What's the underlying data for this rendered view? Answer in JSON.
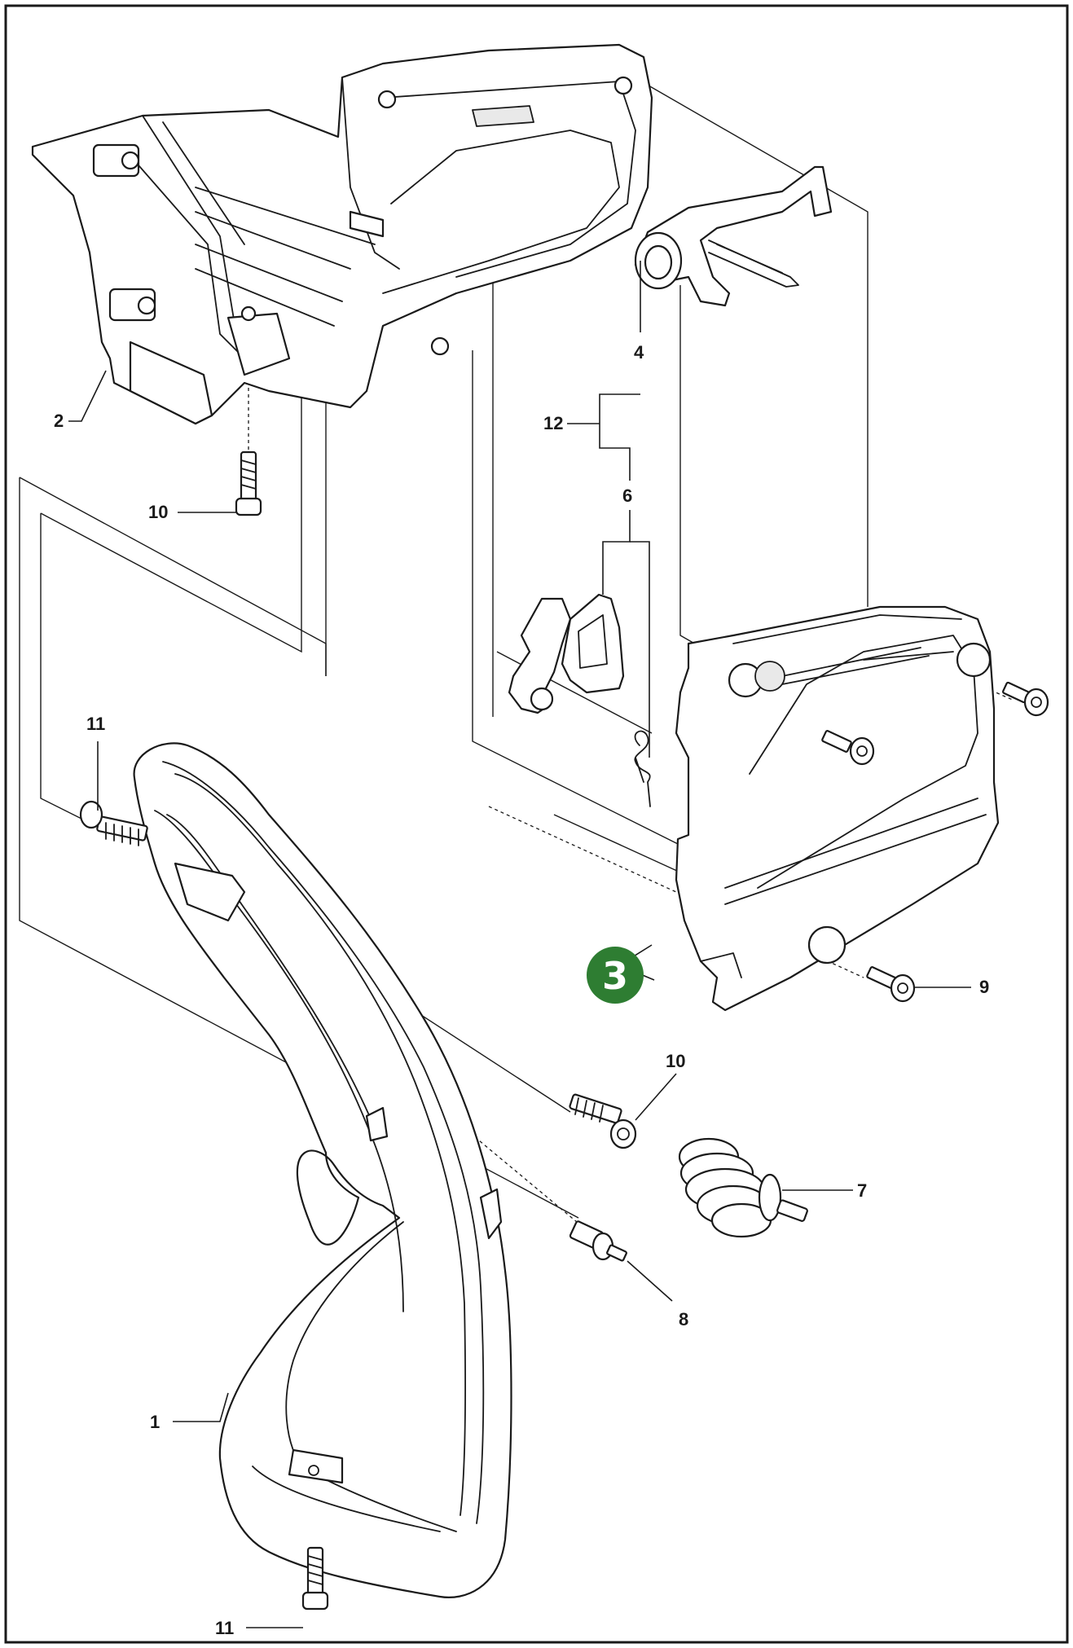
{
  "callouts": {
    "c1": "1",
    "c2": "2",
    "c3": "3",
    "c4": "4",
    "c6": "6",
    "c7": "7",
    "c8": "8",
    "c9": "9",
    "c10a": "10",
    "c10b": "10",
    "c11a": "11",
    "c11b": "11",
    "c12": "12"
  },
  "colors": {
    "line": "#1a1a1a",
    "highlight_badge": "#2e7d32",
    "background": "#ffffff"
  },
  "highlighted_part": "3"
}
